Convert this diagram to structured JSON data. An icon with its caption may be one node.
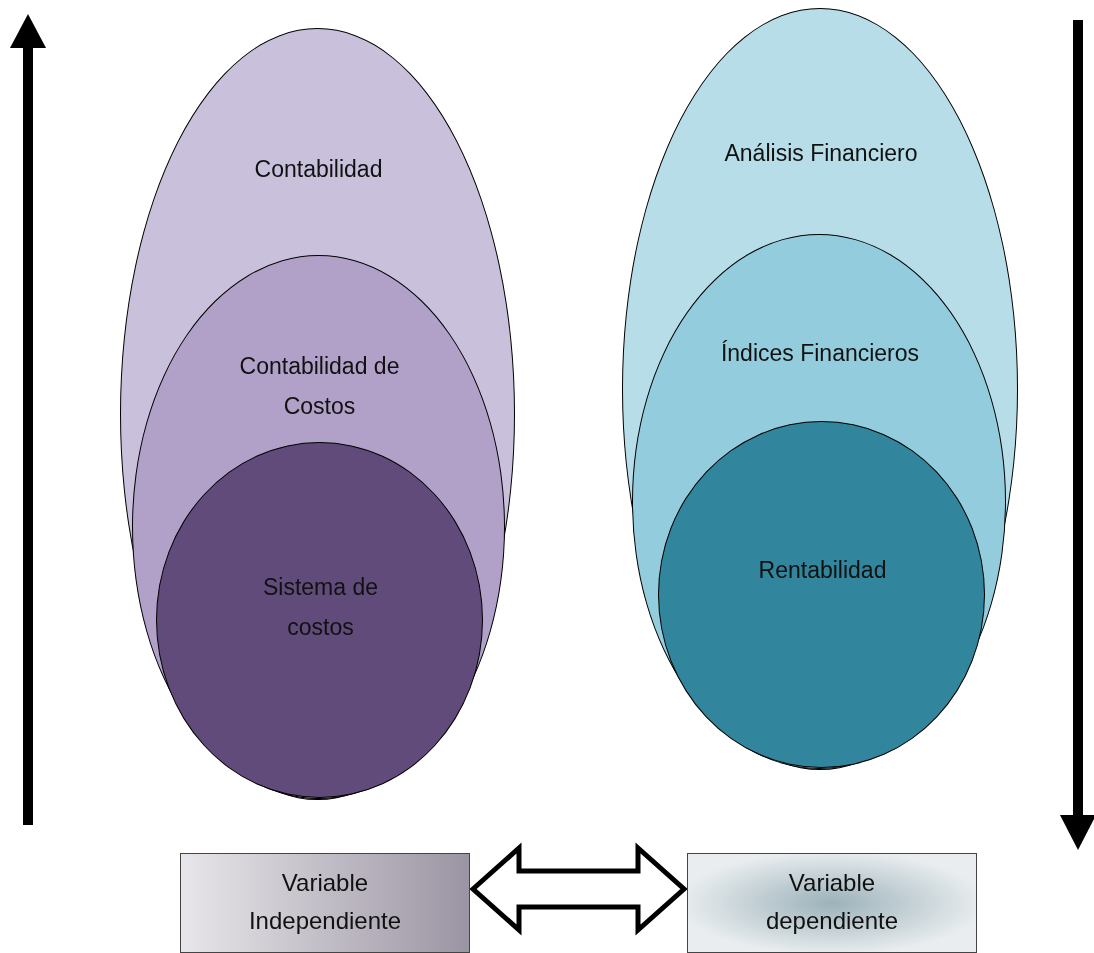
{
  "diagram": {
    "nodes": [
      {
        "text": [
          "Contabilidad"
        ]
      },
      {
        "text": [
          "Contabilidad de Costos"
        ],
        "in": 0
      },
      {
        "text": [
          "Sistema de costos"
        ],
        "in": 1
      },
      {
        "text": [
          "Análisis Financiero"
        ]
      },
      {
        "text": [
          "Índices Financieros"
        ],
        "in": 3
      },
      {
        "text": [
          "Rentabilidad"
        ],
        "in": 4
      },
      {
        "text": [
          "Variable Independiente"
        ]
      },
      {
        "text": [
          "Variable dependiente"
        ]
      }
    ],
    "edges": [
      {
        "from": 6,
        "to": 7,
        "arrow": "both"
      }
    ]
  }
}
